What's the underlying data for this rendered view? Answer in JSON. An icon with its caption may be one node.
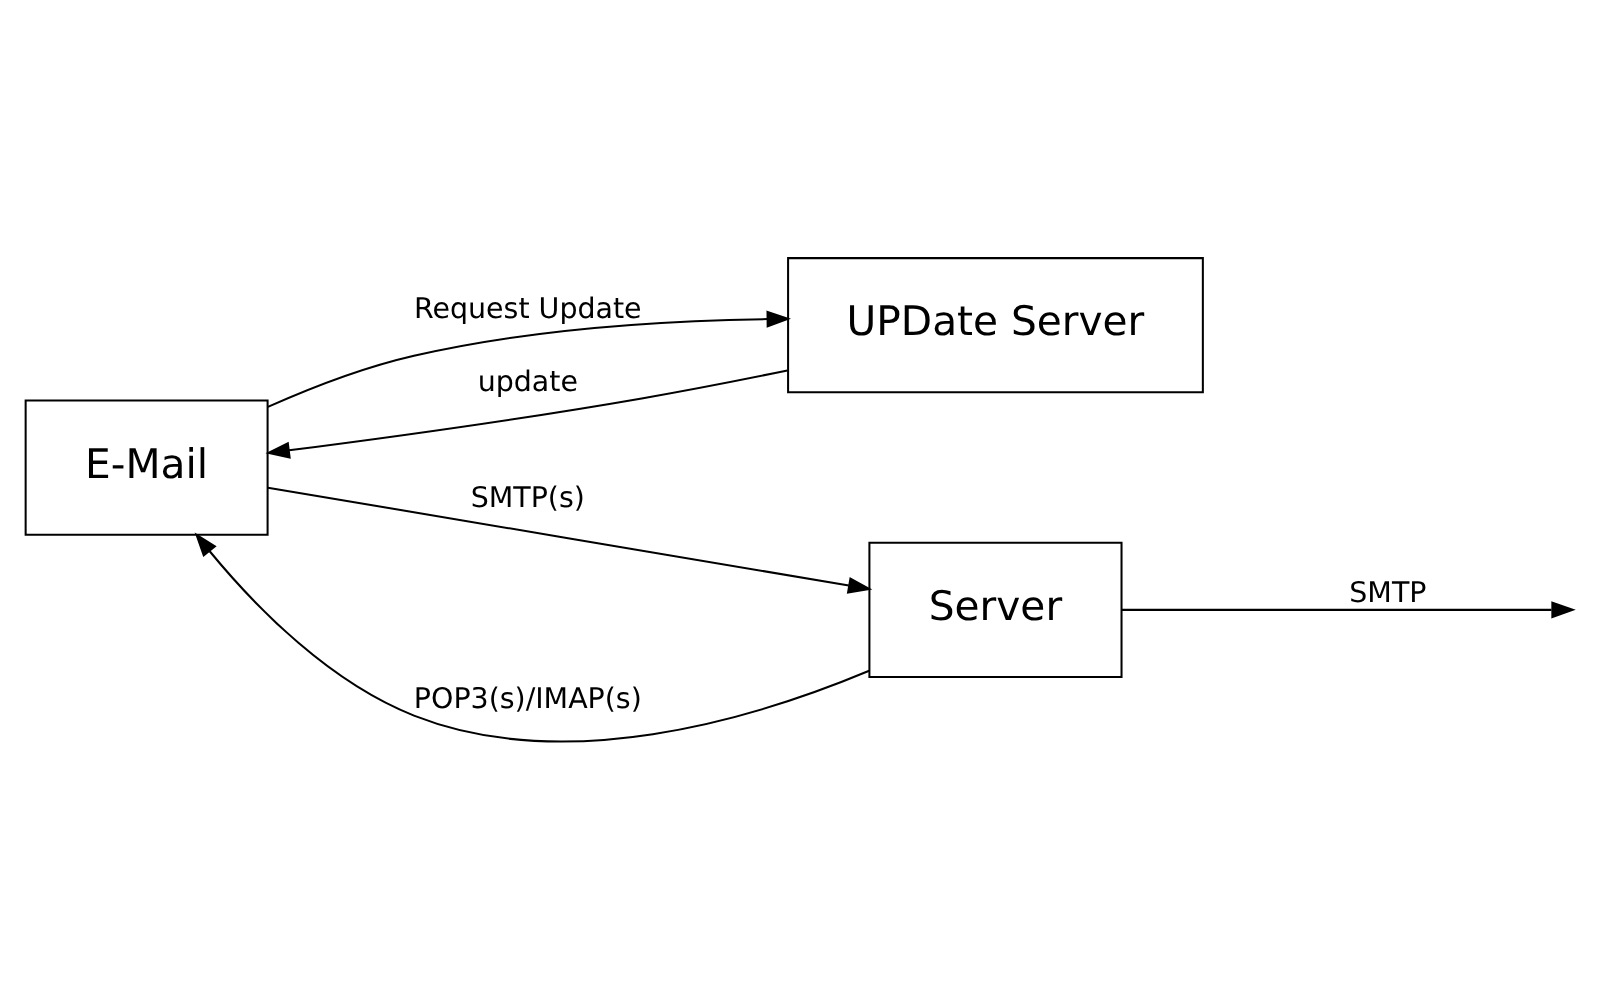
{
  "diagram": {
    "nodes": [
      {
        "text": [
          "E-Mail"
        ]
      },
      {
        "text": [
          "UPDate Server"
        ]
      },
      {
        "text": [
          "Server"
        ]
      }
    ],
    "edges": [
      {
        "from": 0,
        "to": 1,
        "arrow": "to",
        "label": "Request Update"
      },
      {
        "from": 1,
        "to": 0,
        "arrow": "to",
        "label": "update"
      },
      {
        "from": 2,
        "to": 0,
        "arrow": "to",
        "label": "POP3(s)/IMAP(s)"
      },
      {
        "from": 0,
        "to": 2,
        "arrow": "to",
        "label": "SMTP(s)"
      },
      {
        "from": 2,
        "to": null,
        "arrow": "to",
        "label": "SMTP"
      }
    ]
  }
}
